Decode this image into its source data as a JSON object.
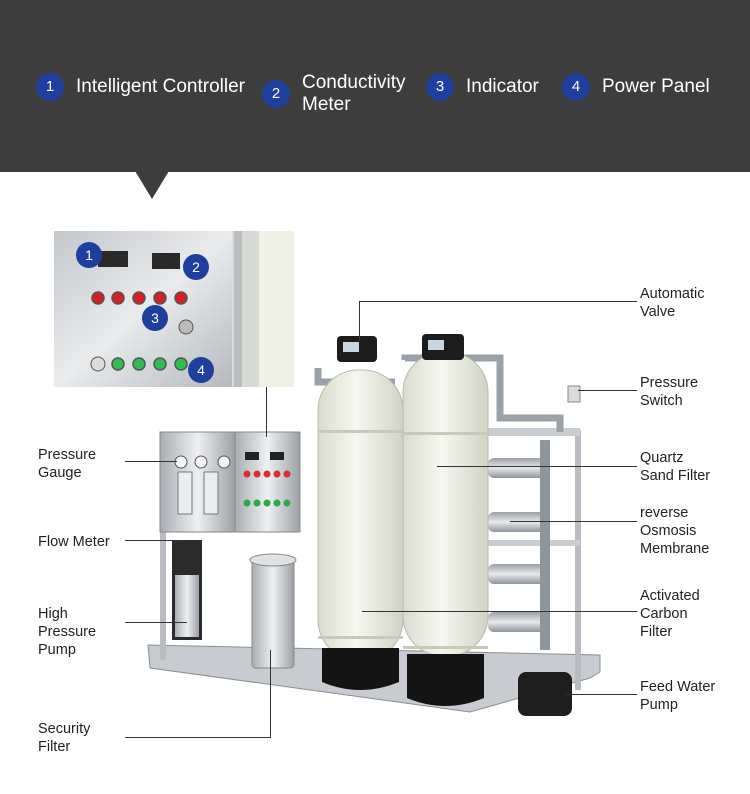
{
  "legend": [
    {
      "num": "1",
      "text": "Intelligent Controller"
    },
    {
      "num": "2",
      "text": "Conductivity\nMeter"
    },
    {
      "num": "3",
      "text": "Indicator"
    },
    {
      "num": "4",
      "text": "Power Panel"
    }
  ],
  "inset_badges": [
    "1",
    "2",
    "3",
    "4"
  ],
  "labels_left": [
    "Pressure\nGauge",
    "Flow Meter",
    "High\nPressure\nPump",
    "Security\nFilter"
  ],
  "labels_right": [
    "Automatic\nValve",
    "Pressure\nSwitch",
    "Quartz\nSand Filter",
    "reverse\nOsmosis\nMembrane",
    "Activated\nCarbon\nFilter",
    "Feed Water\nPump"
  ],
  "colors": {
    "banner": "#3d3d3d",
    "badge": "#1f3f9e",
    "tank": "#eef1e4",
    "tank_base": "#141414"
  }
}
